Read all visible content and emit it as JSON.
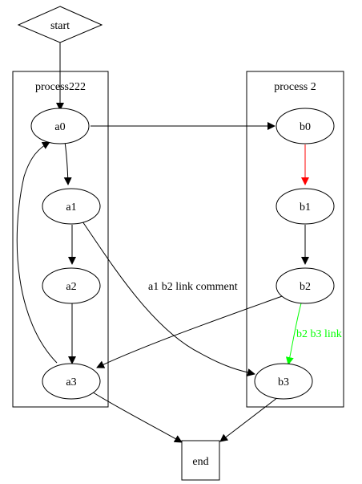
{
  "graph": {
    "clusters": [
      {
        "id": "c0",
        "label": "process222"
      },
      {
        "id": "c1",
        "label": "process 2"
      }
    ],
    "nodes": [
      {
        "id": "start",
        "label": "start",
        "shape": "diamond"
      },
      {
        "id": "a0",
        "label": "a0",
        "shape": "ellipse"
      },
      {
        "id": "a1",
        "label": "a1",
        "shape": "ellipse"
      },
      {
        "id": "a2",
        "label": "a2",
        "shape": "ellipse"
      },
      {
        "id": "a3",
        "label": "a3",
        "shape": "ellipse"
      },
      {
        "id": "b0",
        "label": "b0",
        "shape": "ellipse"
      },
      {
        "id": "b1",
        "label": "b1",
        "shape": "ellipse"
      },
      {
        "id": "b2",
        "label": "b2",
        "shape": "ellipse"
      },
      {
        "id": "b3",
        "label": "b3",
        "shape": "ellipse"
      },
      {
        "id": "end",
        "label": "end",
        "shape": "box"
      }
    ],
    "edges": [
      {
        "from": "start",
        "to": "a0",
        "color": "#000000",
        "label": ""
      },
      {
        "from": "a0",
        "to": "a1",
        "color": "#000000",
        "label": ""
      },
      {
        "from": "a1",
        "to": "a2",
        "color": "#000000",
        "label": ""
      },
      {
        "from": "a2",
        "to": "a3",
        "color": "#000000",
        "label": ""
      },
      {
        "from": "a3",
        "to": "a0",
        "color": "#000000",
        "label": ""
      },
      {
        "from": "a0",
        "to": "b0",
        "color": "#000000",
        "label": ""
      },
      {
        "from": "b0",
        "to": "b1",
        "color": "#ff0000",
        "label": ""
      },
      {
        "from": "b1",
        "to": "b2",
        "color": "#000000",
        "label": ""
      },
      {
        "from": "a1",
        "to": "b3",
        "color": "#000000",
        "label": "a1 b2 link comment"
      },
      {
        "from": "b2",
        "to": "a3",
        "color": "#000000",
        "label": ""
      },
      {
        "from": "b2",
        "to": "b3",
        "color": "#00ff00",
        "label": "b2 b3 link"
      },
      {
        "from": "a3",
        "to": "end",
        "color": "#000000",
        "label": ""
      },
      {
        "from": "b3",
        "to": "end",
        "color": "#000000",
        "label": ""
      }
    ]
  }
}
